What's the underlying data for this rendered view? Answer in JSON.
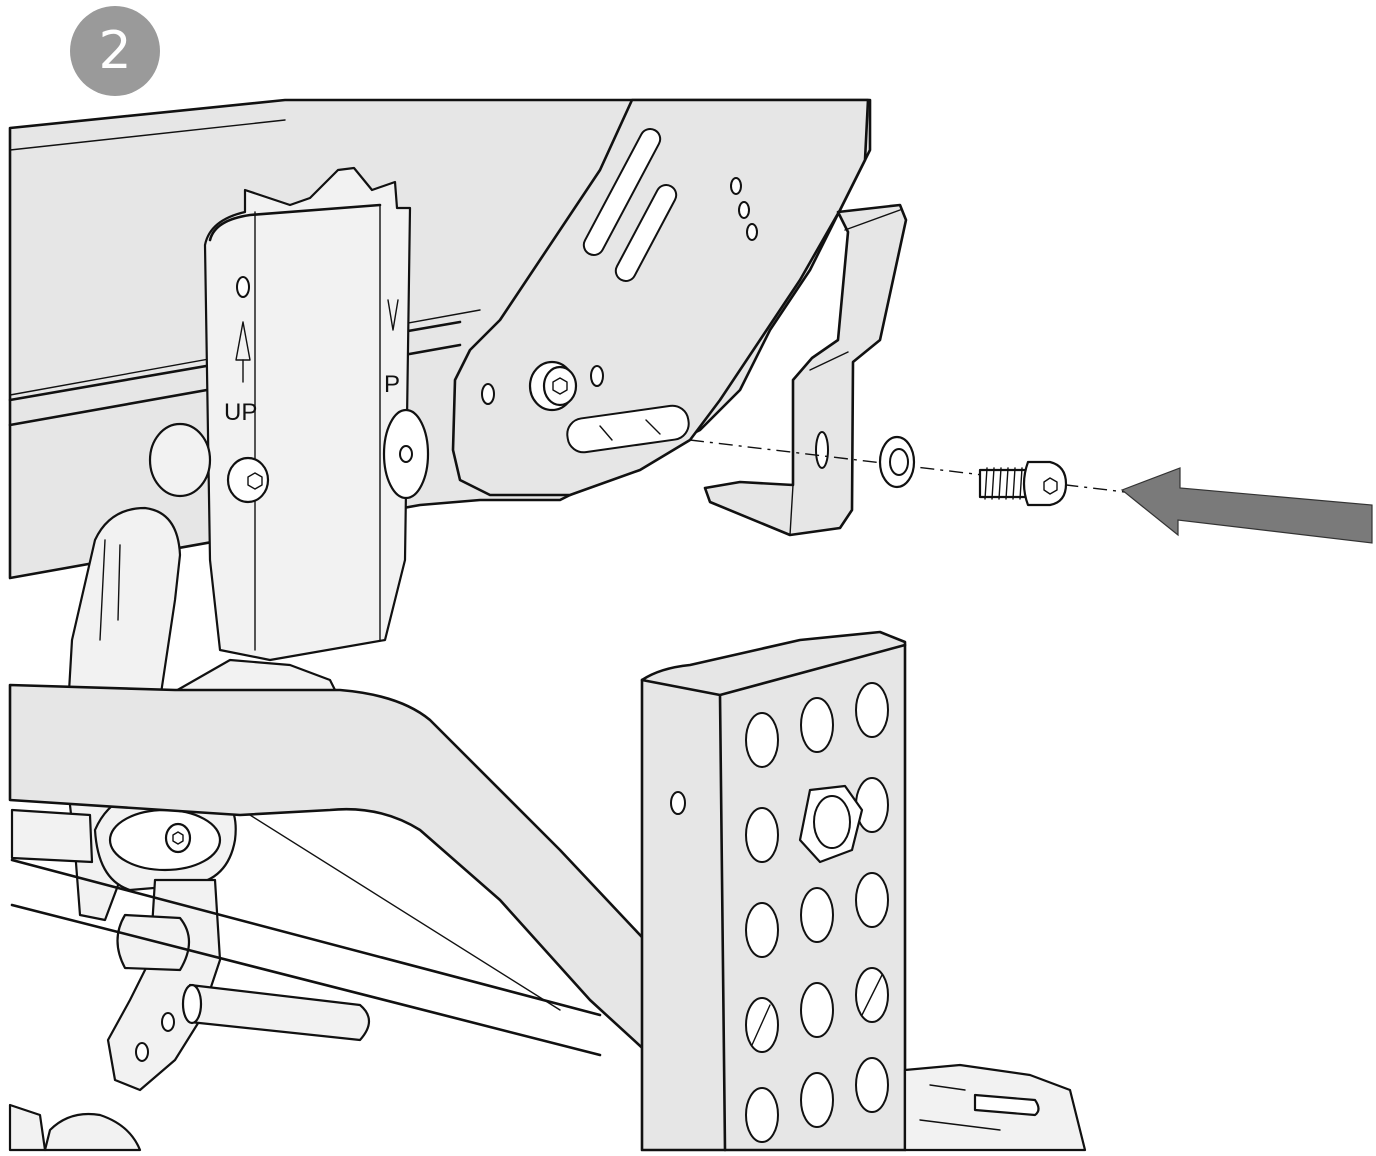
{
  "step": {
    "number": "2",
    "badge_color": "#9a9a9a",
    "badge_text_color": "#ffffff"
  },
  "part_labels": {
    "up_marking": "UP",
    "up_marking_partial": "P"
  },
  "arrow_color": "#7a7a7a",
  "line_color": "#111111",
  "fill_color": "#e6e6e6"
}
